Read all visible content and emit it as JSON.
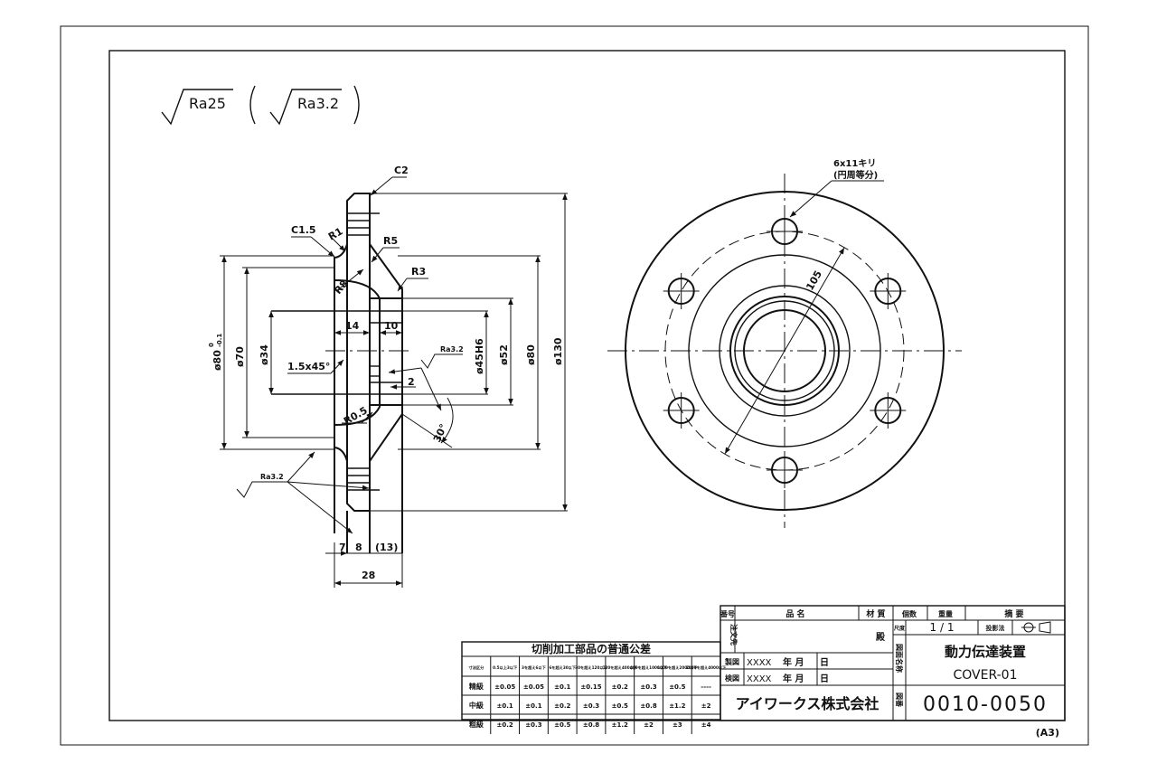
{
  "surface_finish": {
    "main": "Ra25",
    "secondary": "Ra3.2"
  },
  "section_view": {
    "chamfers": [
      "C2",
      "C1.5"
    ],
    "radii": [
      "R1",
      "R5",
      "R8",
      "R3",
      "R0.5"
    ],
    "diameters": [
      "ø80",
      "ø70",
      "ø34",
      "ø45H6",
      "ø52",
      "ø80",
      "ø130"
    ],
    "tolerance_upper": "0",
    "tolerance_lower": "-0.1",
    "dims": {
      "d14": "14",
      "d10": "10",
      "chamfer_spec": "1.5x45°",
      "d2": "2",
      "angle": "30°",
      "d7": "7",
      "d8": "8",
      "d13": "(13)",
      "d28": "28"
    },
    "finish_labels": [
      "Ra3.2",
      "Ra3.2"
    ]
  },
  "front_view": {
    "hole_note_1": "6x11キリ",
    "hole_note_2": "(円周等分)",
    "pcd": "105",
    "hole_count": 6
  },
  "tolerance_table": {
    "title": "切削加工部品の普通公差",
    "headers": [
      "寸法区分",
      "0.5以上3以下",
      "3を超え6以下",
      "6を超え30以下",
      "30を超え120以下",
      "120を超え400以下",
      "400を超え1000以下",
      "1000を超え2000以下",
      "2000を超え4000以下"
    ],
    "rows": [
      [
        "精級",
        "±0.05",
        "±0.05",
        "±0.1",
        "±0.15",
        "±0.2",
        "±0.3",
        "±0.5",
        "----"
      ],
      [
        "中級",
        "±0.1",
        "±0.1",
        "±0.2",
        "±0.3",
        "±0.5",
        "±0.8",
        "±1.2",
        "±2"
      ],
      [
        "粗級",
        "±0.2",
        "±0.3",
        "±0.5",
        "±0.8",
        "±1.2",
        "±2",
        "±3",
        "±4"
      ]
    ]
  },
  "title_block": {
    "headers": {
      "no": "番号",
      "part_name": "品 名",
      "material": "材 質",
      "qty": "個数",
      "weight": "重量",
      "remarks": "摘 要"
    },
    "order_label": "注文先",
    "dono": "殿",
    "scale_label": "尺度",
    "scale": "1 / 1",
    "projection_label": "投影法",
    "drawn_label": "製図",
    "checked_label": "検図",
    "drawn_name": "XXXX",
    "checked_name": "XXXX",
    "date_marks": "年 月",
    "day": "日",
    "name_label": "図面名称",
    "drawing_title": "動力伝達装置",
    "drawing_subtitle": "COVER-01",
    "company": "アイワークス株式会社",
    "number_label": "図番",
    "drawing_number": "0010-0050",
    "sheet_size": "(A3)"
  }
}
